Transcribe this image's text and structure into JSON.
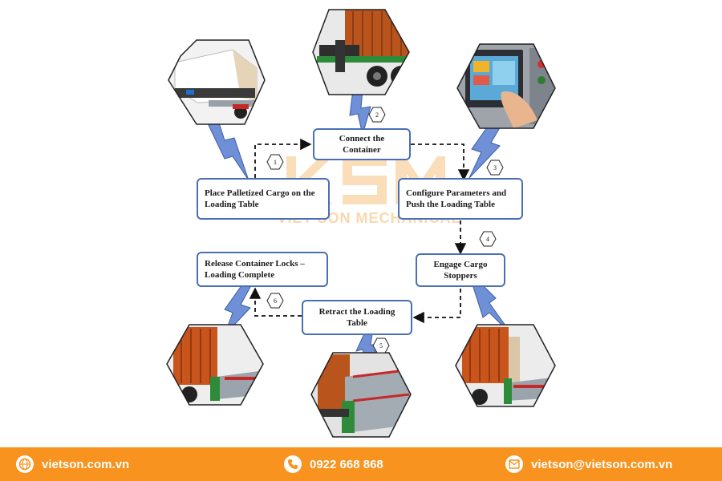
{
  "steps": [
    {
      "num": "1",
      "label_lines": [
        "Place Palletized Cargo on the",
        "Loading Table"
      ]
    },
    {
      "num": "2",
      "label_lines": [
        "Connect the",
        "Container"
      ]
    },
    {
      "num": "3",
      "label_lines": [
        "Configure Parameters and",
        "Push the Loading Table"
      ]
    },
    {
      "num": "4",
      "label_lines": [
        "Engage Cargo",
        "Stoppers"
      ]
    },
    {
      "num": "5",
      "label_lines": [
        "Retract the Loading",
        "Table"
      ]
    },
    {
      "num": "6",
      "label_lines": [
        "Release Container Locks –",
        "Loading Complete"
      ]
    }
  ],
  "watermark": {
    "logo_text": "KSM",
    "text": "VIET SON MECHANICAL"
  },
  "footer": {
    "website": "vietson.com.vn",
    "phone": "0922 668 868",
    "email": "vietson@vietson.com.vn"
  },
  "colors": {
    "box_border": "#4a6fb5",
    "lightning": "#6f8fd6",
    "footer_bg": "#f7931e",
    "container_orange": "#c9541c",
    "truck_green": "#2e8b3a"
  },
  "icons": [
    "globe-icon",
    "phone-icon",
    "email-icon"
  ]
}
